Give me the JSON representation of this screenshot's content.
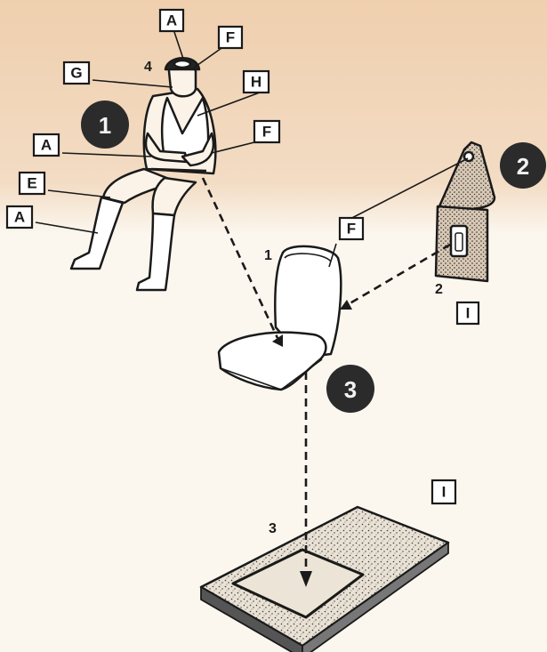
{
  "callouts": {
    "a_top": "A",
    "f_top": "F",
    "g": "G",
    "h": "H",
    "a_mid": "A",
    "f_mid": "F",
    "e": "E",
    "a_low": "A",
    "f_seat": "F",
    "i_bracket": "I",
    "i_floor": "I"
  },
  "part_numbers": {
    "helmet": "4",
    "seat": "1",
    "bracket": "2",
    "floor": "3"
  },
  "steps": {
    "one": "1",
    "two": "2",
    "three": "3"
  },
  "colors": {
    "paper_top": "#efcfae",
    "paper_bottom": "#fbf7ef",
    "ink": "#1a1a1a",
    "stipple_fill": "#cdbfae"
  }
}
